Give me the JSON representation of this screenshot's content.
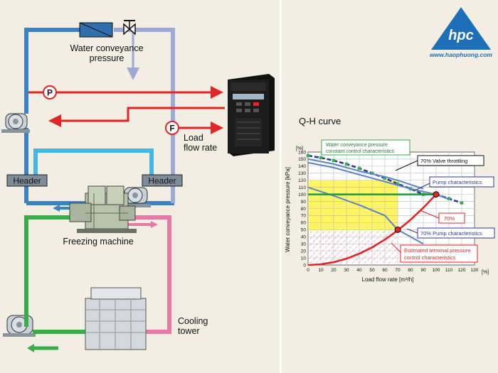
{
  "left_diagram": {
    "water_pressure_label_1": "Water conveyance",
    "water_pressure_label_2": "pressure",
    "p_label": "P",
    "f_label": "F",
    "load_flow_label_1": "Load",
    "load_flow_label_2": "flow rate",
    "header_left": "Header",
    "header_right": "Header",
    "freezing_label": "Freezing machine",
    "cooling_label_1": "Cooling",
    "cooling_label_2": "tower"
  },
  "logo": {
    "text": "hpc",
    "url": "www.haophuong.com"
  },
  "chart_data": {
    "type": "line",
    "title": "Q-H curve",
    "xlabel": "Load flow rate [m³/h]",
    "ylabel": "Water conveyance pressure [kPa]",
    "x_unit": "[%]",
    "y_unit": "[%]",
    "xlim": [
      0,
      130
    ],
    "ylim": [
      0,
      160
    ],
    "x_ticks": [
      "0",
      "10",
      "20",
      "30",
      "40",
      "50",
      "60",
      "70",
      "80",
      "90",
      "100",
      "110",
      "120",
      "130"
    ],
    "y_ticks": [
      "0",
      "10",
      "20",
      "30",
      "40",
      "50",
      "60",
      "70",
      "80",
      "90",
      "100",
      "110",
      "120",
      "130",
      "140",
      "150",
      "160"
    ],
    "grid": true,
    "series": [
      {
        "name": "Water conveyance pressure constant control characteristics",
        "style": "dashed",
        "color": "#2b3a8f",
        "x": [
          0,
          10,
          20,
          30,
          40,
          50,
          60,
          70,
          80,
          90,
          100,
          110,
          120
        ],
        "y": [
          155,
          152,
          148,
          143,
          137,
          130,
          123,
          115,
          108,
          100,
          100,
          94,
          88
        ]
      },
      {
        "name": "70% Valve throttling",
        "color": "#5a85c2",
        "x": [
          0,
          20,
          40,
          60,
          70,
          90
        ],
        "y": [
          150,
          143,
          133,
          125,
          120,
          108
        ]
      },
      {
        "name": "Pump characteristics",
        "color": "#5a85c2",
        "x": [
          0,
          20,
          40,
          60,
          80,
          100,
          110
        ],
        "y": [
          145,
          138,
          128,
          118,
          108,
          100,
          93
        ]
      },
      {
        "name": "70% Pump characteristics",
        "color": "#5a85c2",
        "x": [
          0,
          20,
          40,
          60,
          70,
          80,
          90
        ],
        "y": [
          110,
          98,
          85,
          70,
          50,
          40,
          30
        ]
      },
      {
        "name": "Estimated terminal pressure control characteristics",
        "color": "#e02626",
        "x": [
          0,
          10,
          20,
          30,
          40,
          50,
          60,
          70,
          80,
          90,
          100
        ],
        "y": [
          0,
          1,
          4,
          9,
          16,
          25,
          36,
          49,
          64,
          81,
          100
        ]
      }
    ],
    "constant_line_y": 100,
    "operating_points": [
      {
        "x": 100,
        "y": 100
      },
      {
        "x": 70,
        "y": 50
      }
    ],
    "annotations": {
      "constant": "Water conveyance pressure constant control characteristics",
      "valve": "70% Valve throttling",
      "pump": "Pump characteristics",
      "pct70": "70%",
      "pump70": "70% Pump characteristics",
      "terminal": "Estimated terminal pressure control characteristics"
    }
  },
  "colors": {
    "background": "#f2eee4",
    "blue_pipe": "#3c82c2",
    "light_blue_pipe": "#9da8d6",
    "cyan_pipe": "#45b7e5",
    "red_pipe": "#e02626",
    "green_pipe": "#3aac4a",
    "pink_pipe": "#e878a6",
    "yellow_fill": "#fff24a"
  }
}
